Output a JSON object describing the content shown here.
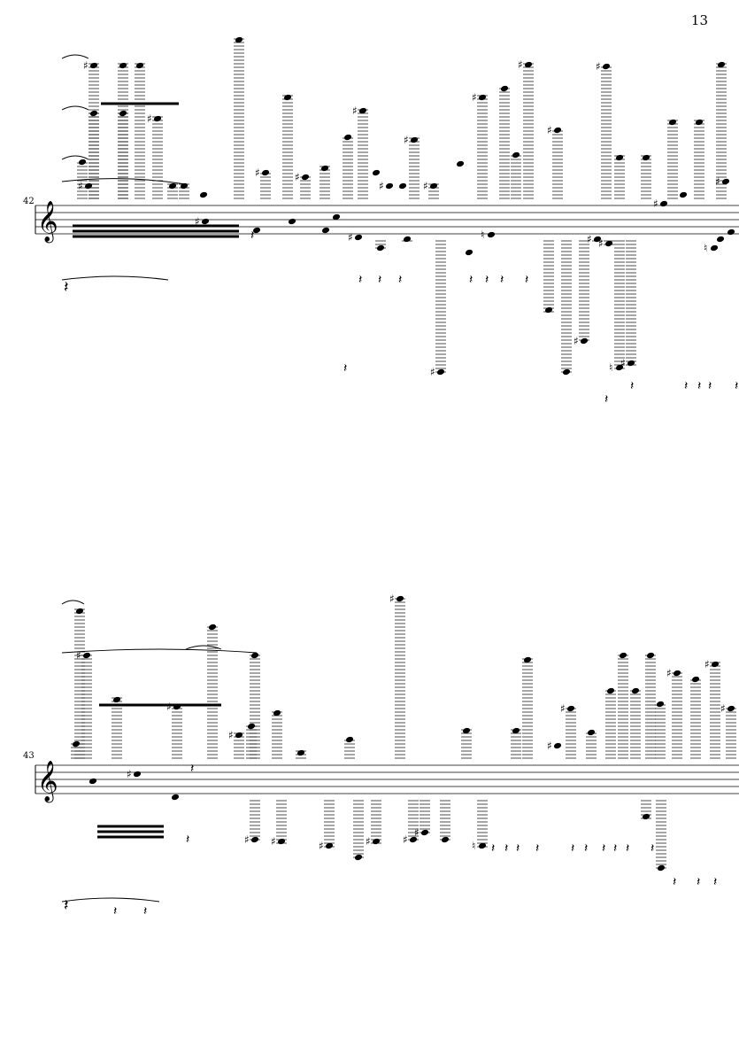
{
  "page": {
    "page_number": "13"
  },
  "systems": [
    {
      "id": "system-1",
      "measure_number": "42",
      "clef": "treble-clef-icon",
      "accidental": "sharp",
      "rest_symbol": "quarter-rest-icon"
    },
    {
      "id": "system-2",
      "measure_number": "43",
      "clef": "treble-clef-icon",
      "accidental": "sharp",
      "rest_symbol": "quarter-rest-icon"
    }
  ],
  "glyphs": {
    "sharp": "♯",
    "natural": "♮",
    "treble_clef": "𝄞",
    "quarter_rest": "𝄽"
  }
}
